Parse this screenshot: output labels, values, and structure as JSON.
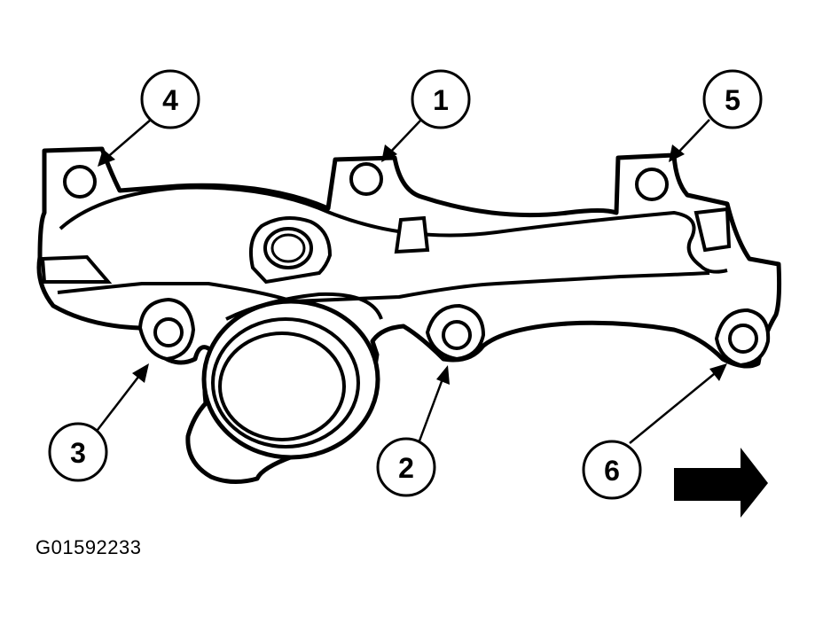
{
  "figure": {
    "code": "G01592233",
    "direction_arrow_icon": "arrow-right-icon",
    "callouts": [
      {
        "label": "1"
      },
      {
        "label": "2"
      },
      {
        "label": "3"
      },
      {
        "label": "4"
      },
      {
        "label": "5"
      },
      {
        "label": "6"
      }
    ]
  }
}
